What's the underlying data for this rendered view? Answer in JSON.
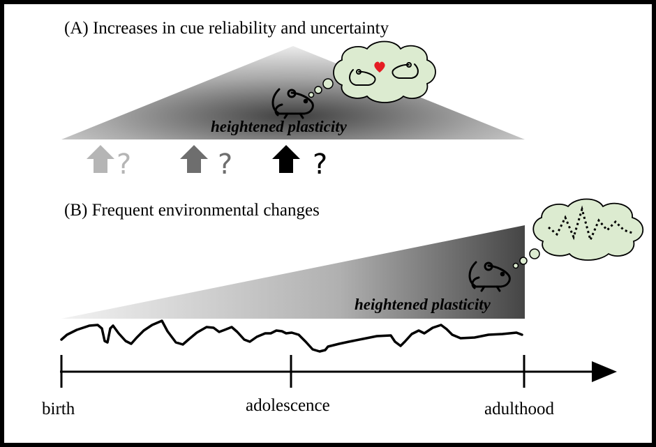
{
  "panel_a": {
    "title": "(A) Increases in cue reliability and uncertainty",
    "plasticity_label": "heightened plasticity",
    "thought_content": "two mice with heart",
    "cue_steps": [
      {
        "question": "?",
        "color": "#b5b5b5"
      },
      {
        "question": "?",
        "color": "#6e6e6e"
      },
      {
        "question": "?",
        "color": "#000000"
      }
    ]
  },
  "panel_b": {
    "title": "(B) Frequent environmental changes",
    "plasticity_label": "heightened plasticity",
    "thought_content": "fluctuating dotted line"
  },
  "timeline": {
    "labels": [
      "birth",
      "adolescence",
      "adulthood"
    ]
  },
  "colors": {
    "cloud_fill": "#dcebd0",
    "heart": "#e51c23",
    "gradient_dark": "#4a4a4a",
    "gradient_light": "#e6e6e6"
  }
}
